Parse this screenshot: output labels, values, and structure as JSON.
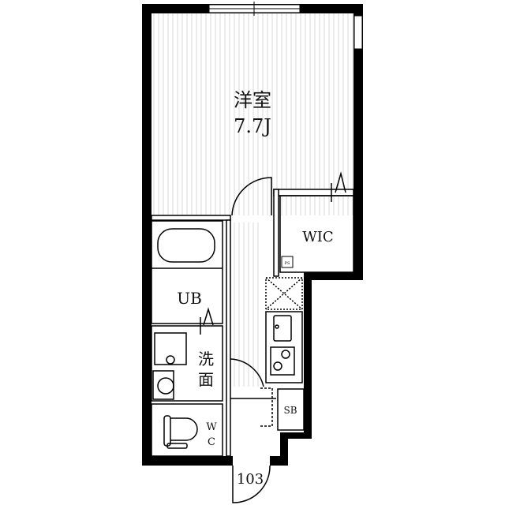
{
  "plan": {
    "unit_number": "103",
    "rooms": {
      "western_room": {
        "name": "洋室",
        "size": "7.7J"
      },
      "wic": "WIC",
      "unit_bath": "UB",
      "washroom_1": "洗",
      "washroom_2": "面",
      "wc_1": "W",
      "wc_2": "C",
      "shoe_box": "SB",
      "pipe_space": "PS"
    },
    "colors": {
      "wall": "#000000",
      "floor_stripe": "#d8d8d8",
      "background": "#ffffff"
    }
  }
}
